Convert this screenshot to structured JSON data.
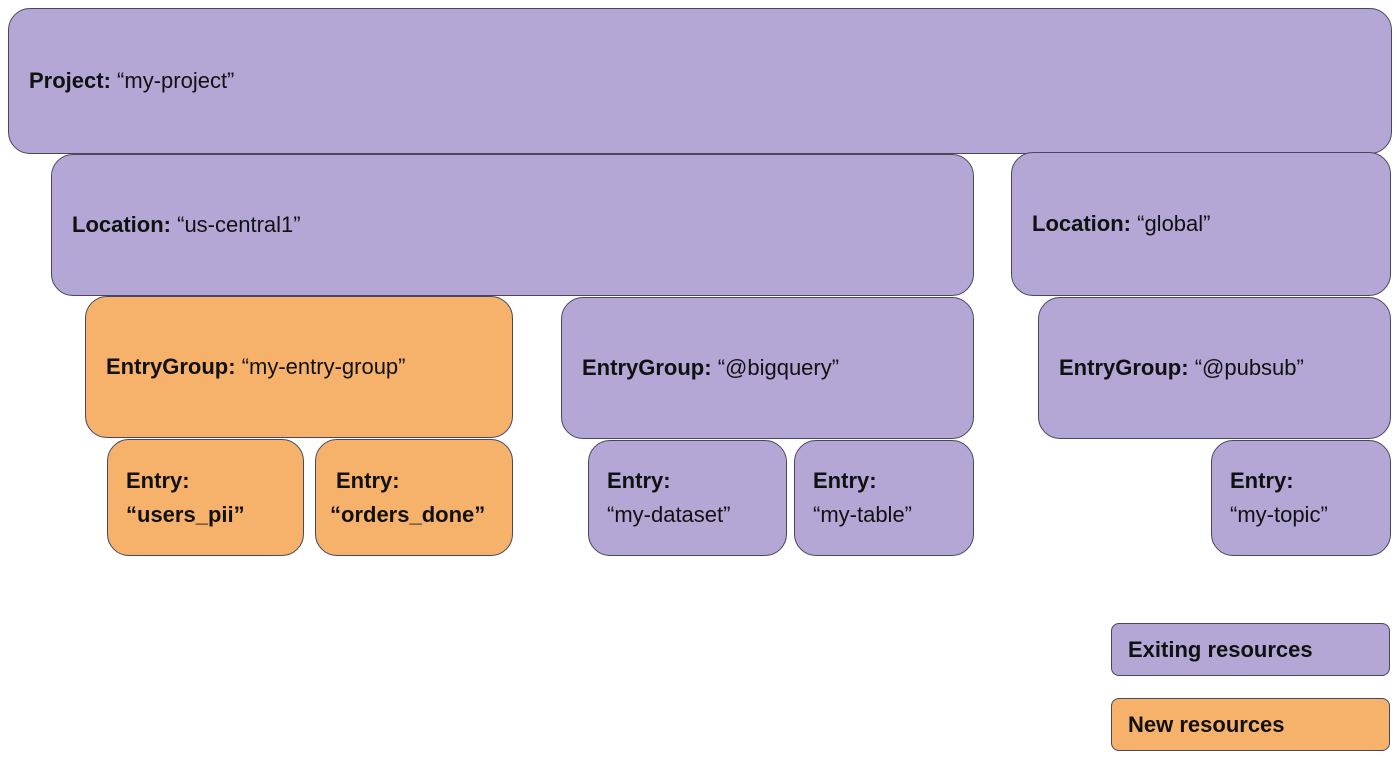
{
  "colors": {
    "existing": "#b4a7d6",
    "new": "#f6b26b",
    "border": "#4a4560"
  },
  "project": {
    "key": "Project:",
    "value": "“my-project”"
  },
  "locations": [
    {
      "key": "Location:",
      "value": "“us-central1”"
    },
    {
      "key": "Location:",
      "value": "“global”"
    }
  ],
  "entry_groups": [
    {
      "key": "EntryGroup:",
      "value": "“my-entry-group”",
      "status": "new"
    },
    {
      "key": "EntryGroup:",
      "value": "“@bigquery”",
      "status": "existing"
    },
    {
      "key": "EntryGroup:",
      "value": "“@pubsub”",
      "status": "existing"
    }
  ],
  "entries": [
    {
      "key": "Entry:",
      "value": "“users_pii”",
      "status": "new"
    },
    {
      "key": "Entry:",
      "value": "“orders_done”",
      "status": "new"
    },
    {
      "key": "Entry:",
      "value": "“my-dataset”",
      "status": "existing"
    },
    {
      "key": "Entry:",
      "value": "“my-table”",
      "status": "existing"
    },
    {
      "key": "Entry:",
      "value": "“my-topic”",
      "status": "existing"
    }
  ],
  "legend": {
    "existing_label": "Exiting resources",
    "new_label": "New resources"
  }
}
